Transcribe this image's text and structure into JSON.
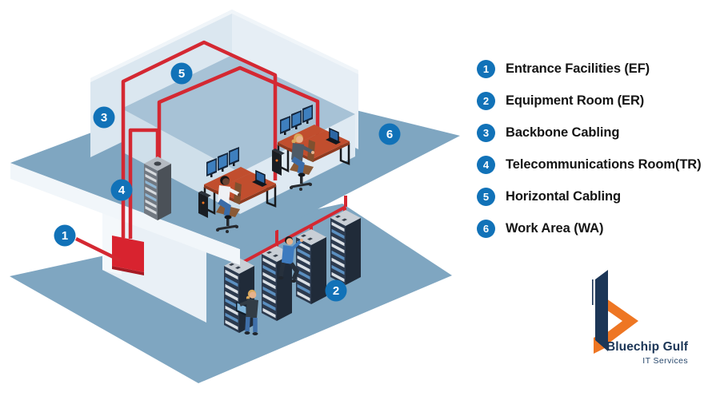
{
  "legend": {
    "items": [
      {
        "number": "1",
        "label": "Entrance Facilities (EF)"
      },
      {
        "number": "2",
        "label": "Equipment Room (ER)"
      },
      {
        "number": "3",
        "label": "Backbone Cabling"
      },
      {
        "number": "4",
        "label": "Telecommunications Room(TR)"
      },
      {
        "number": "5",
        "label": "Horizontal Cabling"
      },
      {
        "number": "6",
        "label": "Work Area (WA)"
      }
    ]
  },
  "badges": [
    "1",
    "2",
    "3",
    "4",
    "5",
    "6"
  ],
  "logo": {
    "name": "Bluechip Gulf",
    "tagline": "IT Services"
  },
  "colors": {
    "badge_blue": "#1172B8",
    "cable_red": "#D42832",
    "floor_blue": "#7FA6C1",
    "wall_light": "#DCE8F1",
    "deck_blue": "#A7C2D6",
    "desk_brown": "#C14E2E",
    "logo_navy": "#1C3657",
    "logo_orange": "#EE7623"
  }
}
